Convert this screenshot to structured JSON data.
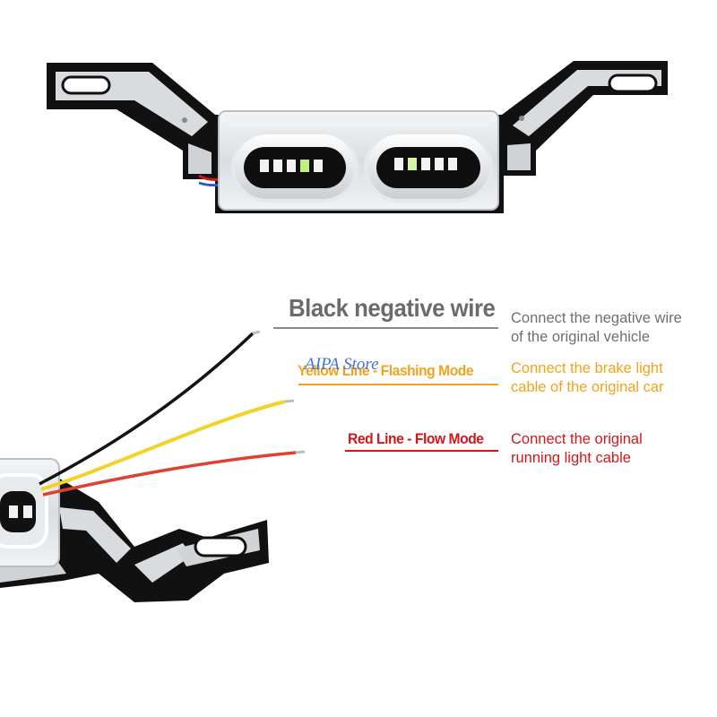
{
  "labels": {
    "black": {
      "title": "Black negative wire",
      "desc_line1": "Connect the negative wire",
      "desc_line2": "of the original vehicle"
    },
    "yellow": {
      "title": "Yellow Line - Flashing Mode",
      "desc_line1": "Connect the brake light",
      "desc_line2": "cable of the original car"
    },
    "red": {
      "title": "Red Line - Flow Mode",
      "desc_line1": "Connect the original",
      "desc_line2": "running light cable"
    }
  },
  "watermark": "AIPA Store",
  "colors": {
    "black_label": "#6b6b6b",
    "yellow_label": "#f0a41d",
    "red_label": "#d4161b",
    "watermark": "#2e63d8"
  }
}
